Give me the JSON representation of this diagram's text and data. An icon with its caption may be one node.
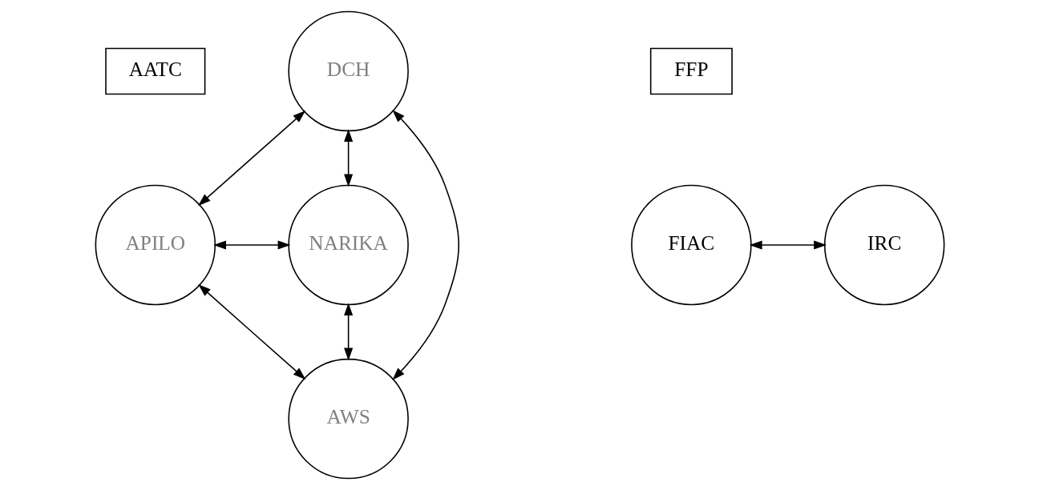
{
  "diagram": {
    "nodes": [
      {
        "text": [
          "AATC"
        ]
      },
      {
        "text": [
          "DCH"
        ]
      },
      {
        "text": [
          "APILO"
        ]
      },
      {
        "text": [
          "NARIKA"
        ]
      },
      {
        "text": [
          "AWS"
        ]
      },
      {
        "text": [
          "FFP"
        ]
      },
      {
        "text": [
          "FIAC"
        ]
      },
      {
        "text": [
          "IRC"
        ]
      }
    ],
    "edges": [
      {
        "from": 1,
        "to": 2,
        "arrow": "both"
      },
      {
        "from": 1,
        "to": 3,
        "arrow": "both"
      },
      {
        "from": 1,
        "to": 4,
        "arrow": "both"
      },
      {
        "from": 2,
        "to": 3,
        "arrow": "both"
      },
      {
        "from": 2,
        "to": 4,
        "arrow": "both"
      },
      {
        "from": 4,
        "to": 3,
        "arrow": "both"
      },
      {
        "from": 6,
        "to": 7,
        "arrow": "both"
      }
    ]
  }
}
